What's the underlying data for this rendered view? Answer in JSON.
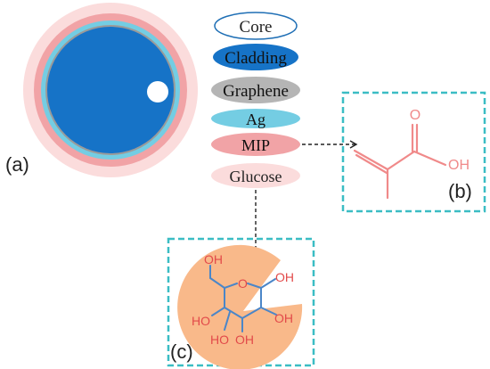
{
  "panels": {
    "a": "(a)",
    "b": "(b)",
    "c": "(c)"
  },
  "layers": [
    {
      "label": "Core",
      "fill": "#ffffff",
      "stroke": "#1f6fb5",
      "text_color": "#222222"
    },
    {
      "label": "Cladding",
      "fill": "#1673c7",
      "stroke": "#0f5ea6",
      "text_color": "#111111"
    },
    {
      "label": "Graphene",
      "fill": "#b5b5b5",
      "stroke": "#a0a0a0",
      "text_color": "#111111"
    },
    {
      "label": "Ag",
      "fill": "#74cde3",
      "stroke": "#5fbfd6",
      "text_color": "#111111"
    },
    {
      "label": "MIP",
      "fill": "#f1a3a6",
      "stroke": "#e8969a",
      "text_color": "#111111"
    },
    {
      "label": "Glucose",
      "fill": "#fbdcdc",
      "stroke": "#f4caca",
      "text_color": "#222222"
    }
  ],
  "methacrylic_acid": {
    "O": "O",
    "OH": "OH",
    "color": "#f08a8a"
  },
  "glucose": {
    "OH_top_left": "OH",
    "OH_top_right": "OH",
    "O_ring": "O",
    "HO_left": "HO",
    "HO_bottom": "HO",
    "OH_bottom": "OH",
    "OH_right": "OH",
    "bond_color": "#4b86c8",
    "label_color": "#e24a4a",
    "pie_color": "#f9b98a"
  },
  "colors": {
    "box_border": "#3bbdc4",
    "arrow": "#222222"
  }
}
